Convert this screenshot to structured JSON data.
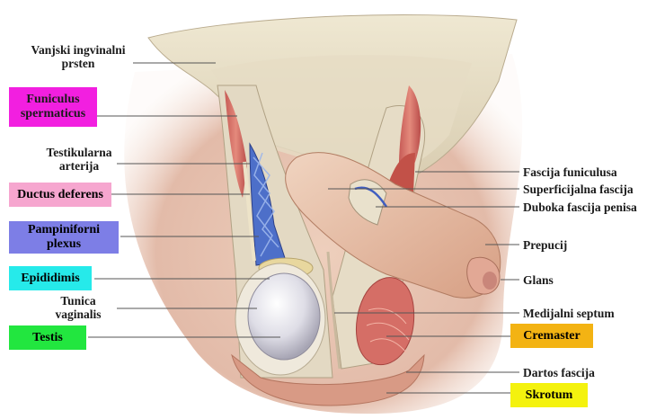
{
  "labels": {
    "vanjski_l1": "Vanjski ingvinalni",
    "vanjski_l2": "prsten",
    "funiculus_l1": "Funiculus",
    "funiculus_l2": "spermaticus",
    "testikularna_l1": "Testikularna",
    "testikularna_l2": "arterija",
    "ductus": "Ductus deferens",
    "pampiniforni_l1": "Pampiniforni",
    "pampiniforni_l2": "plexus",
    "epididimis": "Epididimis",
    "tunica_l1": "Tunica",
    "tunica_l2": "vaginalis",
    "testis": "Testis",
    "fascija_funiculusa": "Fascija funiculusa",
    "superficijalna": "Superficijalna fascija",
    "duboka": "Duboka fascija penisa",
    "prepucij": "Prepucij",
    "glans": "Glans",
    "medijalni": "Medijalni septum",
    "cremaster": "Cremaster",
    "dartos": "Dartos fascija",
    "skrotum": "Skrotum"
  },
  "colors": {
    "funiculus": "#f21fe0",
    "ductus": "#f6a6cf",
    "pampiniforni": "#7d7ee6",
    "epididimis": "#26eaea",
    "testis": "#22e63f",
    "cremaster": "#f3b313",
    "skrotum": "#f4f20e"
  }
}
